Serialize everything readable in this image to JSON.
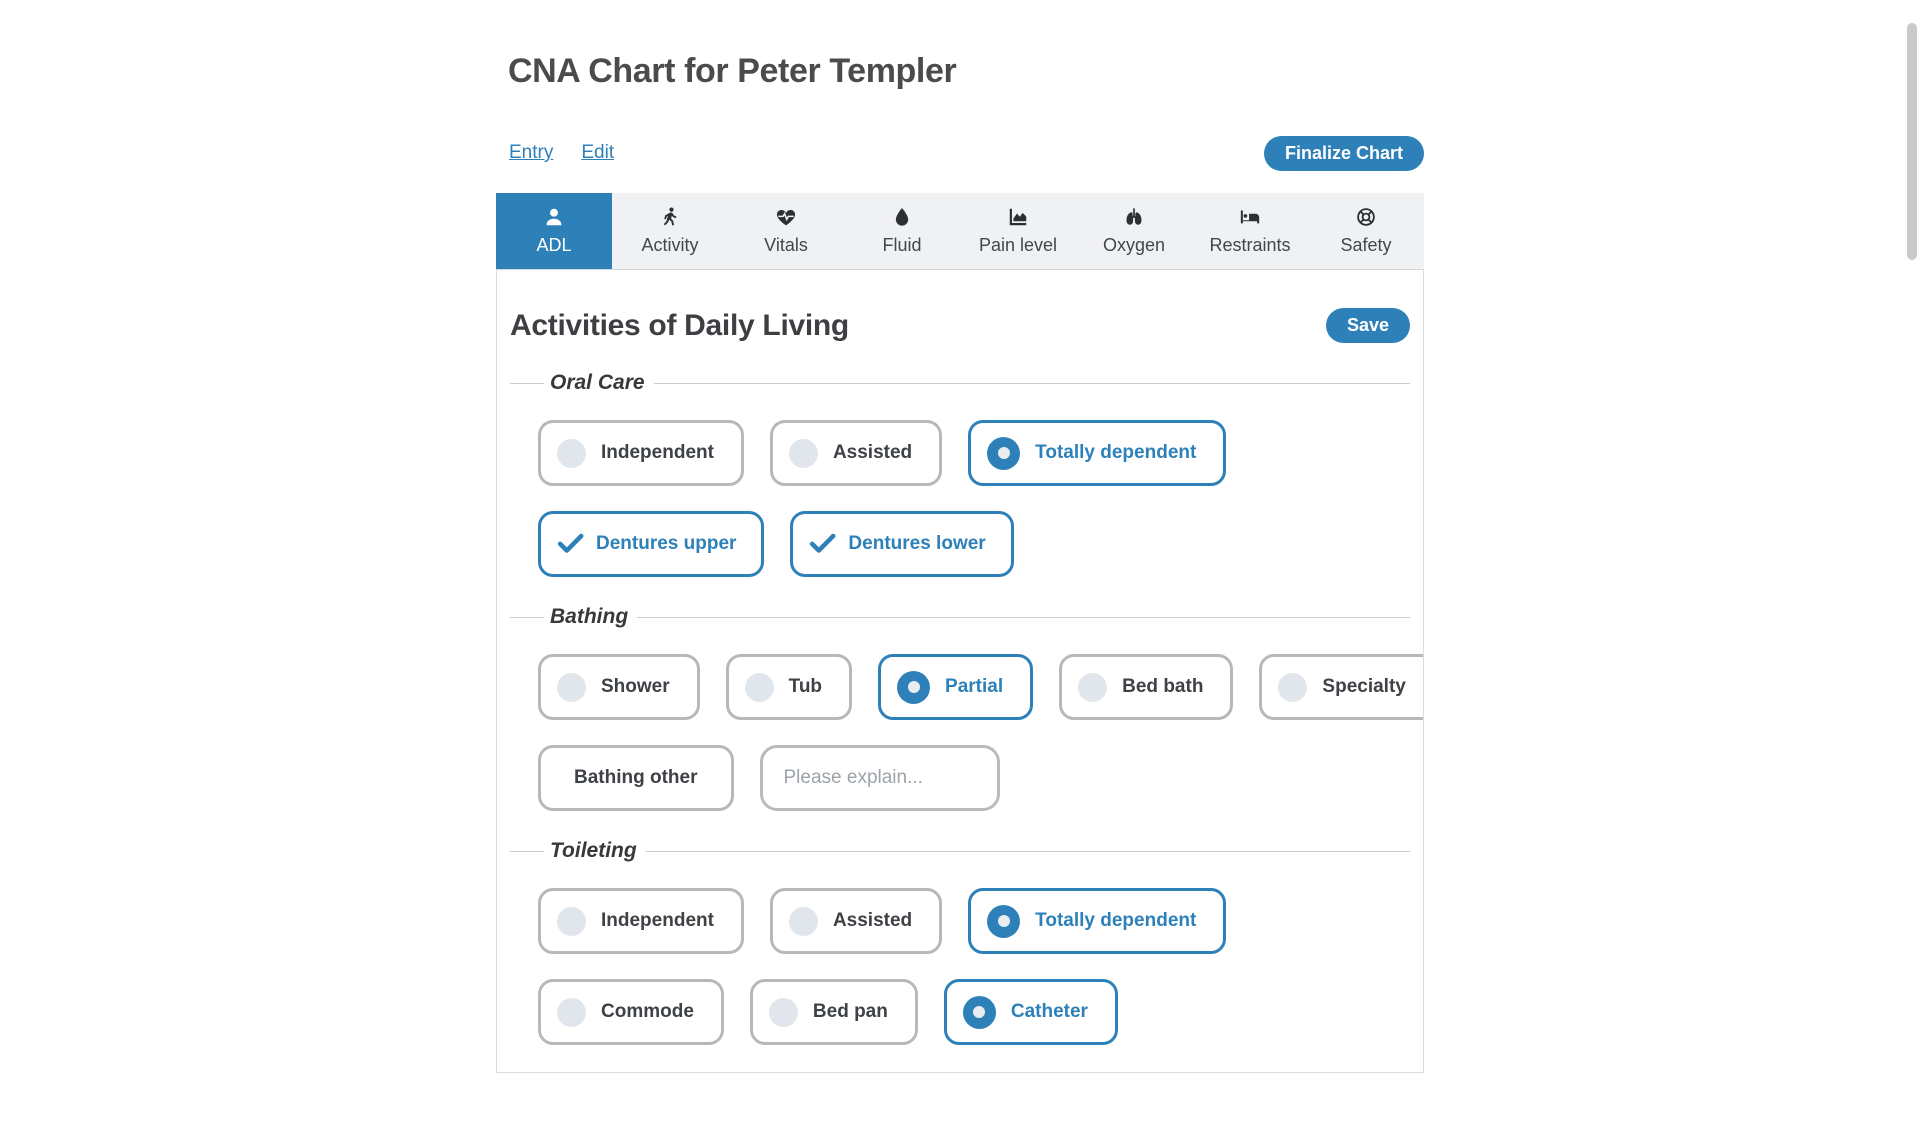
{
  "header": {
    "title": "CNA Chart for Peter Templer"
  },
  "nav": {
    "entry_link": "Entry",
    "edit_link": "Edit",
    "finalize_button": "Finalize Chart"
  },
  "tabs": [
    {
      "label": "ADL",
      "icon": "user-icon",
      "active": true
    },
    {
      "label": "Activity",
      "icon": "person-walking-icon",
      "active": false
    },
    {
      "label": "Vitals",
      "icon": "heart-pulse-icon",
      "active": false
    },
    {
      "label": "Fluid",
      "icon": "droplet-icon",
      "active": false
    },
    {
      "label": "Pain level",
      "icon": "chart-area-icon",
      "active": false
    },
    {
      "label": "Oxygen",
      "icon": "lungs-icon",
      "active": false
    },
    {
      "label": "Restraints",
      "icon": "bed-icon",
      "active": false
    },
    {
      "label": "Safety",
      "icon": "life-ring-icon",
      "active": false
    }
  ],
  "panel": {
    "heading": "Activities of Daily Living",
    "save_button": "Save",
    "oral_care": {
      "legend": "Oral Care",
      "options": [
        {
          "label": "Independent",
          "type": "radio",
          "selected": false
        },
        {
          "label": "Assisted",
          "type": "radio",
          "selected": false
        },
        {
          "label": "Totally dependent",
          "type": "radio",
          "selected": true
        }
      ],
      "checkboxes": [
        {
          "label": "Dentures upper",
          "checked": true
        },
        {
          "label": "Dentures lower",
          "checked": true
        }
      ]
    },
    "bathing": {
      "legend": "Bathing",
      "options": [
        {
          "label": "Shower",
          "type": "radio",
          "selected": false
        },
        {
          "label": "Tub",
          "type": "radio",
          "selected": false
        },
        {
          "label": "Partial",
          "type": "radio",
          "selected": true
        },
        {
          "label": "Bed bath",
          "type": "radio",
          "selected": false
        },
        {
          "label": "Specialty",
          "type": "radio",
          "selected": false
        }
      ],
      "other": {
        "label": "Bathing other",
        "checked": false
      },
      "explain_input": {
        "value": "",
        "placeholder": "Please explain..."
      }
    },
    "toileting": {
      "legend": "Toileting",
      "options": [
        {
          "label": "Independent",
          "type": "radio",
          "selected": false
        },
        {
          "label": "Assisted",
          "type": "radio",
          "selected": false
        },
        {
          "label": "Totally dependent",
          "type": "radio",
          "selected": true
        }
      ],
      "methods": [
        {
          "label": "Commode",
          "type": "radio",
          "selected": false
        },
        {
          "label": "Bed pan",
          "type": "radio",
          "selected": false
        },
        {
          "label": "Catheter",
          "type": "radio",
          "selected": true
        }
      ]
    }
  },
  "colors": {
    "accent": "#2e80b9",
    "card_border": "#b6b9bc",
    "tab_background": "#f0f1f2",
    "text_dark": "#3e4145"
  }
}
